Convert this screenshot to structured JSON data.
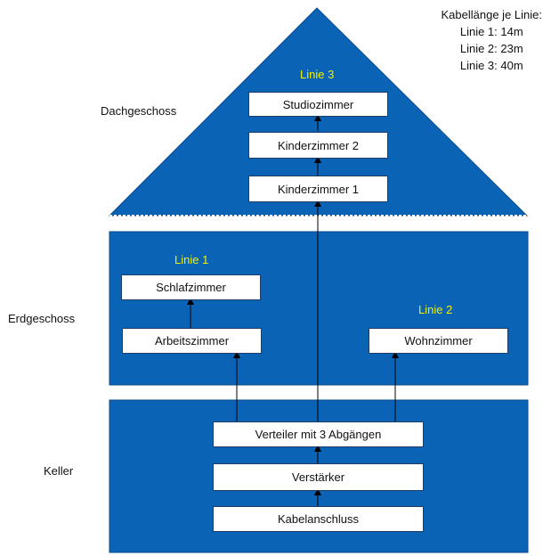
{
  "floors": {
    "attic": "Dachgeschoss",
    "ground": "Erdgeschoss",
    "basement": "Keller"
  },
  "cable_info": {
    "title": "Kabellänge je Linie:",
    "lines": [
      "Linie 1: 14m",
      "Linie 2: 23m",
      "Linie 3: 40m"
    ]
  },
  "line_labels": {
    "line1": "Linie 1",
    "line2": "Linie 2",
    "line3": "Linie 3"
  },
  "rooms": {
    "studio": "Studiozimmer",
    "kinder2": "Kinderzimmer 2",
    "kinder1": "Kinderzimmer 1",
    "schlaf": "Schlafzimmer",
    "arbeit": "Arbeitszimmer",
    "wohn": "Wohnzimmer",
    "verteiler": "Verteiler mit 3 Abgängen",
    "verstaerker": "Verstärker",
    "kabel": "Kabelanschluss"
  },
  "colors": {
    "floor_fill": "#0b63b6",
    "floor_stroke": "#0a4c8c",
    "line_label": "#f2f200",
    "arrow": "#000000"
  }
}
